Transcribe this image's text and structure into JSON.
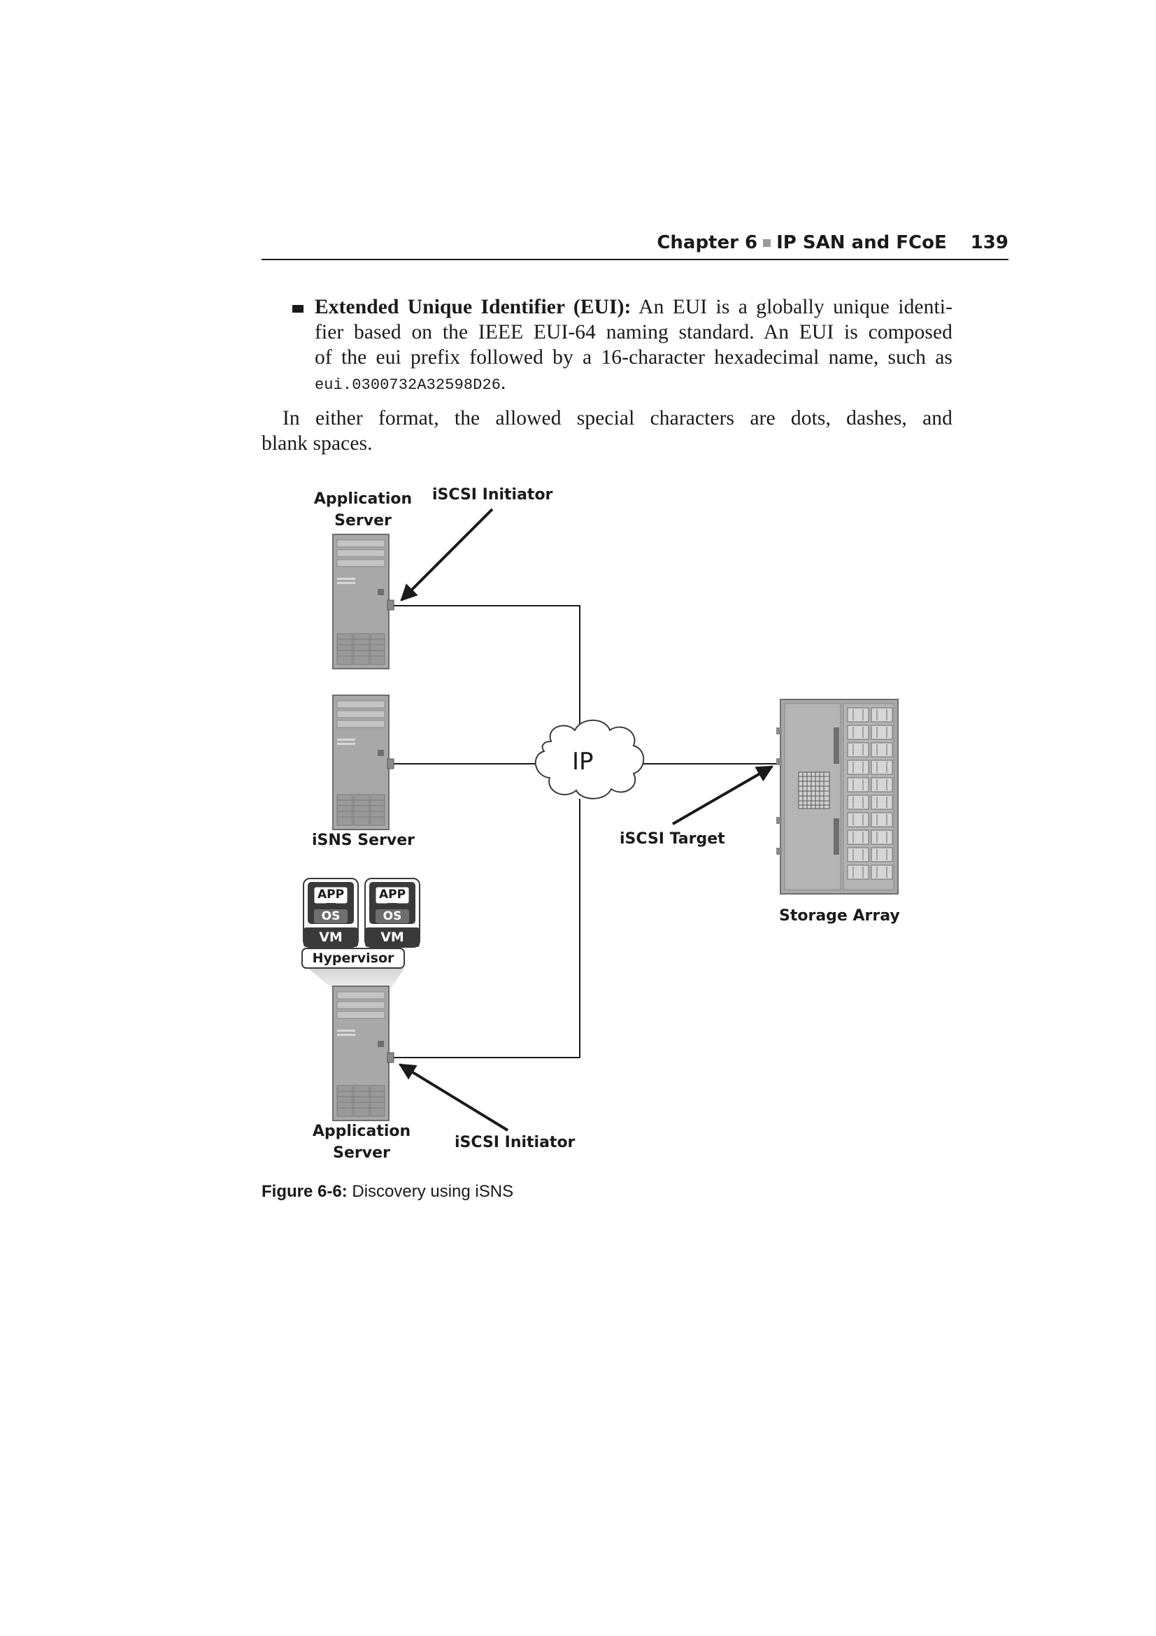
{
  "header": {
    "chapter": "Chapter 6",
    "separator_icon": "gray-square-icon",
    "title": "IP SAN and FCoE",
    "page_number": "139"
  },
  "bullet": {
    "icon": "black-square-bullet-icon",
    "term": "Extended Unique Identifier (EUI):",
    "line1": "An EUI is a globally unique identi-",
    "line2": "fier based on the IEEE EUI-64 naming standard. An EUI is composed",
    "line3": "of the eui prefix followed by a 16-character hexadecimal name, such as",
    "example": "eui.0300732A32598D26",
    "example_end": "."
  },
  "paragraph": {
    "line1": "In either format, the allowed special characters are dots, dashes, and",
    "line2": "blank spaces."
  },
  "figure": {
    "labels": {
      "app_server_top_1": "Application",
      "app_server_top_2": "Server",
      "initiator_top": "iSCSI Initiator",
      "isns_server": "iSNS Server",
      "target": "iSCSI Target",
      "storage_array": "Storage Array",
      "cloud": "IP",
      "app_1": "APP",
      "os_1": "OS",
      "vm_1": "VM",
      "app_2": "APP",
      "os_2": "OS",
      "vm_2": "VM",
      "hypervisor": "Hypervisor",
      "app_server_bottom_1": "Application",
      "app_server_bottom_2": "Server",
      "initiator_bottom": "iSCSI Initiator"
    },
    "colors": {
      "server_body": "#a8a8a8",
      "server_dark": "#6e6e6e",
      "vm_dark": "#3a3a3a",
      "line": "#1a1a1a"
    }
  },
  "caption": {
    "label": "Figure 6-6:",
    "text": "Discovery using iSNS"
  }
}
